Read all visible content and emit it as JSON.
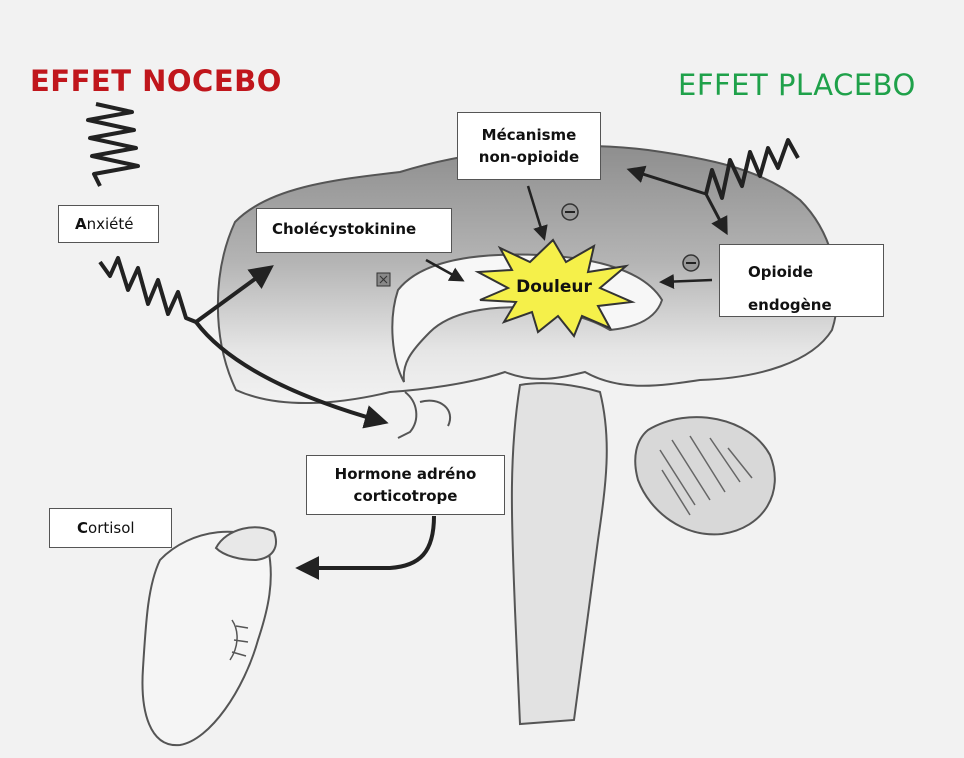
{
  "titles": {
    "nocebo": "EFFET NOCEBO",
    "placebo": "EFFET PLACEBO"
  },
  "labels": {
    "anxiety_initial": "A",
    "anxiety_rest": "nxiété",
    "cholecystokinine": "Cholécystokinine",
    "mecanisme_line1": "Mécanisme",
    "mecanisme_line2": "non-opioide",
    "opioide_line1": "Opioide",
    "opioide_line2": "endogène",
    "acth_line1": "Hormone adréno",
    "acth_line2": "corticotrope",
    "cortisol_initial": "C",
    "cortisol_rest": "ortisol",
    "douleur": "Douleur"
  },
  "colors": {
    "nocebo": "#c0161c",
    "placebo": "#1fa14a",
    "douleur_burst": "#f5f04a",
    "brain_shade": "#8d8d8d"
  },
  "icons": {
    "inhibit_symbol": "circle-minus",
    "facilitate_symbol": "square-plus"
  }
}
